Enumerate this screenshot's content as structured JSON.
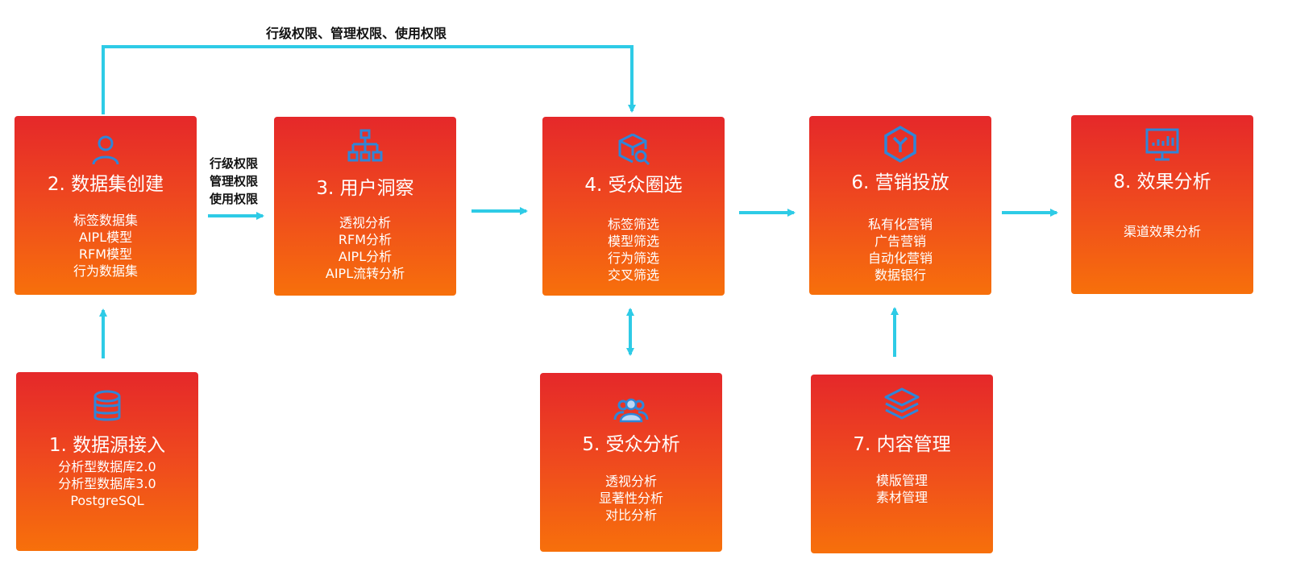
{
  "top_permission_label": "行级权限、管理权限、使用权限",
  "side_permission_labels": [
    "行级权限",
    "管理权限",
    "使用权限"
  ],
  "colors": {
    "gradient_top": "#e5282a",
    "gradient_bottom": "#f7700b",
    "arrow": "#2ecbe6",
    "icon": "#2f86d8"
  },
  "nodes": {
    "n1": {
      "title": "1. 数据源接入",
      "icon": "database-icon",
      "items": [
        "分析型数据库2.0",
        "分析型数据库3.0",
        "PostgreSQL"
      ]
    },
    "n2": {
      "title": "2. 数据集创建",
      "icon": "user-icon",
      "items": [
        "标签数据集",
        "AIPL模型",
        "RFM模型",
        "行为数据集"
      ]
    },
    "n3": {
      "title": "3. 用户洞察",
      "icon": "hierarchy-icon",
      "items": [
        "透视分析",
        "RFM分析",
        "AIPL分析",
        "AIPL流转分析"
      ]
    },
    "n4": {
      "title": "4. 受众圈选",
      "icon": "cube-search-icon",
      "items": [
        "标签筛选",
        "模型筛选",
        "行为筛选",
        "交叉筛选"
      ]
    },
    "n5": {
      "title": "5. 受众分析",
      "icon": "group-icon",
      "items": [
        "透视分析",
        "显著性分析",
        "对比分析"
      ]
    },
    "n6": {
      "title": "6. 营销投放",
      "icon": "hexagon-icon",
      "items": [
        "私有化营销",
        "广告营销",
        "自动化营销",
        "数据银行"
      ]
    },
    "n7": {
      "title": "7. 内容管理",
      "icon": "layers-icon",
      "items": [
        "模版管理",
        "素材管理"
      ]
    },
    "n8": {
      "title": "8. 效果分析",
      "icon": "monitor-chart-icon",
      "items": [
        "渠道效果分析"
      ]
    }
  }
}
